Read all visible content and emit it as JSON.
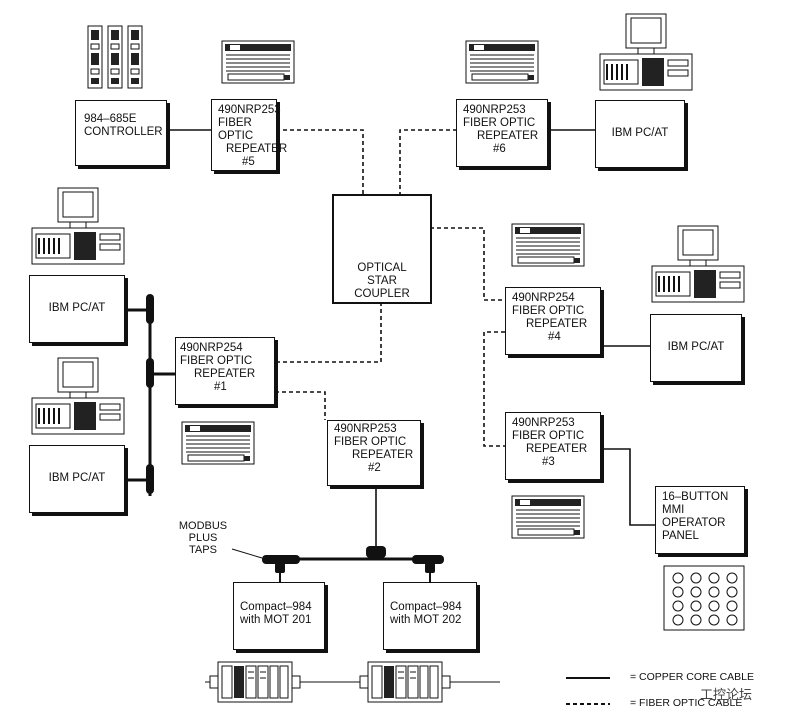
{
  "nodes": {
    "controller": {
      "lines": [
        "984–685E",
        "CONTROLLER"
      ]
    },
    "rep5": {
      "lines": [
        "490NRP253",
        "FIBER OPTIC",
        "REPEATER",
        "#5"
      ]
    },
    "rep6": {
      "lines": [
        "490NRP253",
        "FIBER OPTIC",
        "REPEATER",
        "#6"
      ]
    },
    "pc_top_right": {
      "lines": [
        "IBM PC/AT"
      ]
    },
    "coupler": {
      "lines": [
        "OPTICAL",
        "STAR",
        "COUPLER"
      ]
    },
    "pc_left_1": {
      "lines": [
        "IBM PC/AT"
      ]
    },
    "pc_left_2": {
      "lines": [
        "IBM PC/AT"
      ]
    },
    "rep1": {
      "lines": [
        "490NRP254",
        "FIBER OPTIC",
        "REPEATER",
        "#1"
      ]
    },
    "rep2": {
      "lines": [
        "490NRP253",
        "FIBER OPTIC",
        "REPEATER",
        "#2"
      ]
    },
    "rep4": {
      "lines": [
        "490NRP254",
        "FIBER OPTIC",
        "REPEATER",
        "#4"
      ]
    },
    "pc_right_mid": {
      "lines": [
        "IBM PC/AT"
      ]
    },
    "rep3": {
      "lines": [
        "490NRP253",
        "FIBER OPTIC",
        "REPEATER",
        "#3"
      ]
    },
    "mmi": {
      "lines": [
        "16–BUTTON",
        "MMI",
        "OPERATOR",
        "PANEL"
      ]
    },
    "compact1": {
      "lines": [
        "Compact–984",
        "with MOT 201"
      ]
    },
    "compact2": {
      "lines": [
        "Compact–984",
        "with MOT 202"
      ]
    }
  },
  "taps_label": {
    "lines": [
      "MODBUS",
      "PLUS",
      "TAPS"
    ]
  },
  "legend": {
    "copper": "=  COPPER CORE CABLE",
    "fiber": "=  FIBER OPTIC CABLE"
  },
  "watermark": "工控论坛",
  "colors": {
    "line": "#111111",
    "background": "#ffffff"
  }
}
